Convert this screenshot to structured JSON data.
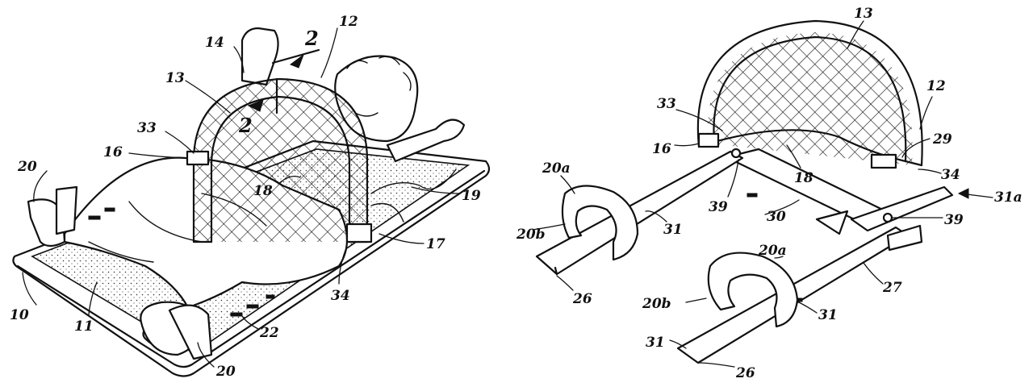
{
  "figure_left": {
    "refs": [
      {
        "id": "n12",
        "text": "12"
      },
      {
        "id": "n14",
        "text": "14"
      },
      {
        "id": "n2a",
        "text": "2"
      },
      {
        "id": "n13",
        "text": "13"
      },
      {
        "id": "n2b",
        "text": "2"
      },
      {
        "id": "n33",
        "text": "33"
      },
      {
        "id": "n16",
        "text": "16"
      },
      {
        "id": "n20a",
        "text": "20"
      },
      {
        "id": "n18",
        "text": "18"
      },
      {
        "id": "n19",
        "text": "19"
      },
      {
        "id": "n17",
        "text": "17"
      },
      {
        "id": "n34",
        "text": "34"
      },
      {
        "id": "n10",
        "text": "10"
      },
      {
        "id": "n11",
        "text": "11"
      },
      {
        "id": "n22",
        "text": "22"
      },
      {
        "id": "n20b",
        "text": "20"
      }
    ]
  },
  "figure_right": {
    "refs": [
      {
        "id": "r13",
        "text": "13"
      },
      {
        "id": "r12",
        "text": "12"
      },
      {
        "id": "r33",
        "text": "33"
      },
      {
        "id": "r16",
        "text": "16"
      },
      {
        "id": "r18",
        "text": "18"
      },
      {
        "id": "r29",
        "text": "29"
      },
      {
        "id": "r34",
        "text": "34"
      },
      {
        "id": "r20a1",
        "text": "20a"
      },
      {
        "id": "r20b1",
        "text": "20b"
      },
      {
        "id": "r39a",
        "text": "39"
      },
      {
        "id": "r30",
        "text": "30"
      },
      {
        "id": "r31a",
        "text": "31a"
      },
      {
        "id": "r39b",
        "text": "39"
      },
      {
        "id": "r31a_b",
        "text": "31"
      },
      {
        "id": "r26a",
        "text": "26"
      },
      {
        "id": "r20a2",
        "text": "20a"
      },
      {
        "id": "r27",
        "text": "27"
      },
      {
        "id": "r20b2",
        "text": "20b"
      },
      {
        "id": "r31b",
        "text": "31"
      },
      {
        "id": "r31c",
        "text": "31"
      },
      {
        "id": "r26b",
        "text": "26"
      }
    ]
  }
}
